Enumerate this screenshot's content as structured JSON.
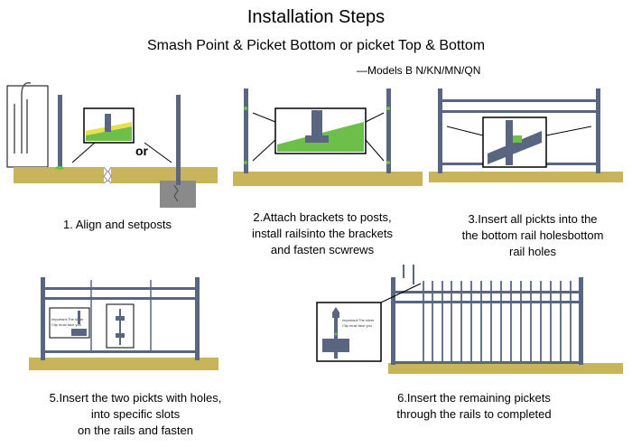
{
  "title": "Installation Steps",
  "subtitle": "Smash Point & Picket Bottom or picket Top & Bottom",
  "models": "—Models B N/KN/MN/QN",
  "steps": [
    {
      "lines": [
        "1. Align and setposts"
      ],
      "inset_label": "or"
    },
    {
      "lines": [
        "2.Attach brackets to posts,",
        "install railsinto the brackets",
        "and fasten scwrews"
      ]
    },
    {
      "lines": [
        "3.Insert all pickts into the",
        "the bottom rail holesbottom",
        "rail holes"
      ]
    },
    {
      "lines": [
        "5.Insert the two pickts with holes,",
        "into specific slots",
        "on the rails and fasten"
      ],
      "note": [
        "Important:The silver",
        "Clip must face you"
      ]
    },
    {
      "lines": [
        "6.Insert the remaining pickets",
        "through the rails to completed"
      ],
      "note": [
        "Important:The silver",
        "Clip must face you"
      ]
    }
  ],
  "colors": {
    "ground": "#c8b45a",
    "post": "#5a6680",
    "grass": "#6cc04a",
    "clip": "#8fd14f"
  }
}
